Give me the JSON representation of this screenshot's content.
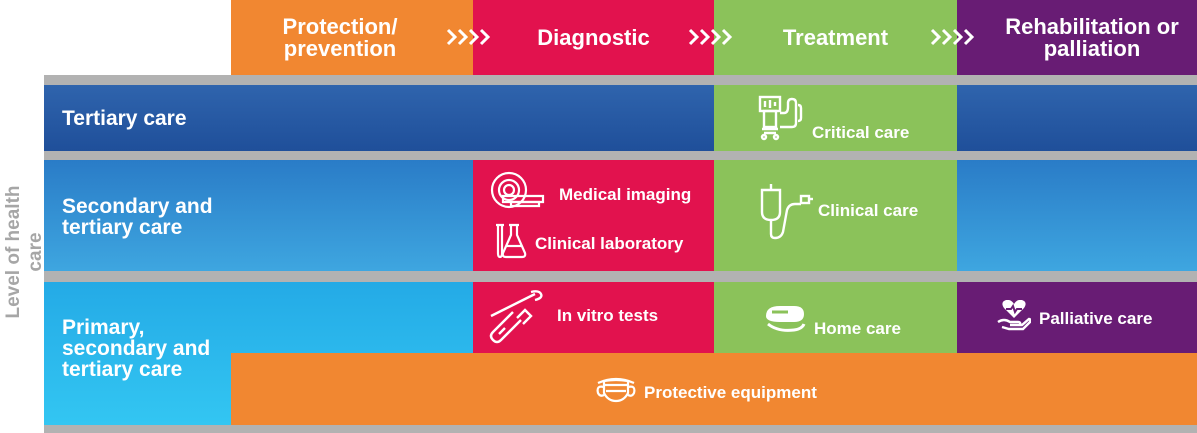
{
  "phases": [
    {
      "label": "Protection/\nprevention",
      "color": "#f18731"
    },
    {
      "label": "Diagnostic",
      "color": "#e2124e"
    },
    {
      "label": "Treatment",
      "color": "#8bc25a"
    },
    {
      "label": "Rehabilitation or\npalliation",
      "color": "#681c74"
    }
  ],
  "axis_label": "Level of health care",
  "levels": {
    "tertiary": "Tertiary care",
    "secondary": "Secondary and\ntertiary care",
    "primary": "Primary,\nsecondary and\ntertiary care"
  },
  "items": {
    "critical_care": {
      "label": "Critical care",
      "icon": "ventilator-icon"
    },
    "medical_imaging": {
      "label": "Medical imaging",
      "icon": "ct-scanner-icon"
    },
    "clinical_laboratory": {
      "label": "Clinical laboratory",
      "icon": "lab-flask-icon"
    },
    "clinical_care": {
      "label": "Clinical care",
      "icon": "iv-drip-icon"
    },
    "in_vitro_tests": {
      "label": "In vitro tests",
      "icon": "swab-tube-icon"
    },
    "home_care": {
      "label": "Home care",
      "icon": "pulse-oximeter-icon"
    },
    "palliative_care": {
      "label": "Palliative care",
      "icon": "hand-heart-icon"
    },
    "protective_equipment": {
      "label": "Protective equipment",
      "icon": "face-mask-icon"
    }
  }
}
